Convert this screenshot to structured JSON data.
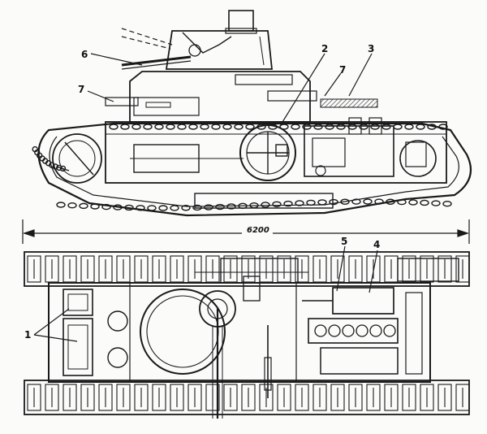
{
  "diagram": {
    "side_view": {
      "callouts": [
        {
          "id": "c6",
          "text": "6"
        },
        {
          "id": "c7a",
          "text": "7"
        },
        {
          "id": "c2",
          "text": "2"
        },
        {
          "id": "c7b",
          "text": "7"
        },
        {
          "id": "c3",
          "text": "3"
        }
      ]
    },
    "dimension": {
      "text": "6200"
    },
    "plan_view": {
      "callouts": [
        {
          "id": "c5",
          "text": "5"
        },
        {
          "id": "c4",
          "text": "4"
        },
        {
          "id": "c1",
          "text": "1"
        }
      ]
    },
    "colors": {
      "ink": "#1a1a1a",
      "paper": "#fbfbfa",
      "hatch": "#444444"
    }
  }
}
